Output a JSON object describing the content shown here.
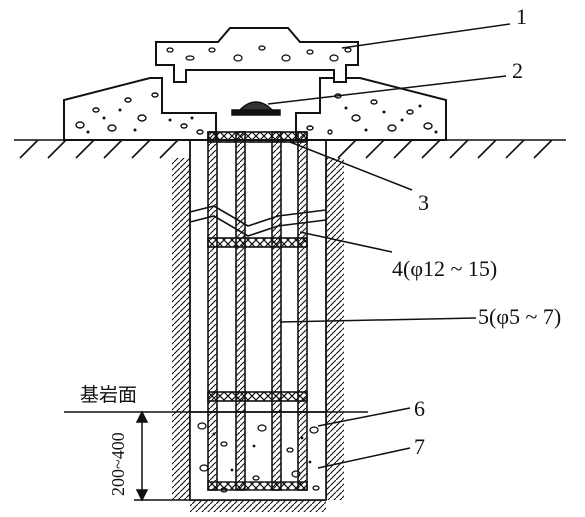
{
  "callouts": [
    {
      "id": "1",
      "text": "1"
    },
    {
      "id": "2",
      "text": "2"
    },
    {
      "id": "3",
      "text": "3"
    },
    {
      "id": "4",
      "text": "4(φ12 ~ 15)"
    },
    {
      "id": "5",
      "text": "5(φ5 ~ 7)"
    },
    {
      "id": "6",
      "text": "6"
    },
    {
      "id": "7",
      "text": "7"
    }
  ],
  "bedrock_label": "基岩面",
  "depth_dimension": "200~400",
  "colors": {
    "ink": "#111111",
    "paper": "#ffffff"
  }
}
